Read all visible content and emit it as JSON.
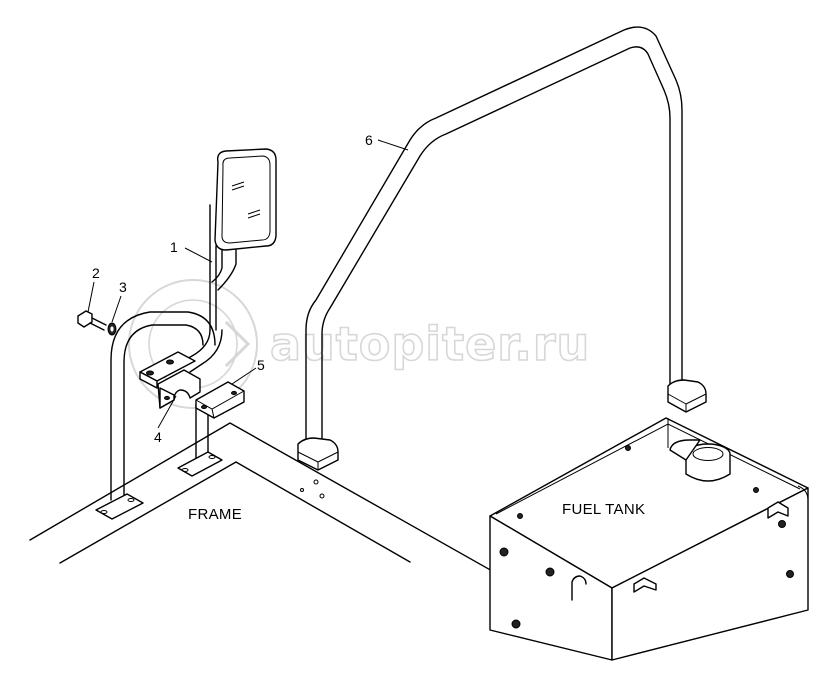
{
  "callouts": {
    "c1": "1",
    "c2": "2",
    "c3": "3",
    "c4": "4",
    "c5": "5",
    "c6": "6"
  },
  "labels": {
    "frame": "FRAME",
    "fuel_tank": "FUEL TANK"
  },
  "watermark": {
    "text": "autopiter.ru"
  },
  "colors": {
    "line": "#000000",
    "background": "#ffffff",
    "watermark": "#d7d7d7"
  }
}
